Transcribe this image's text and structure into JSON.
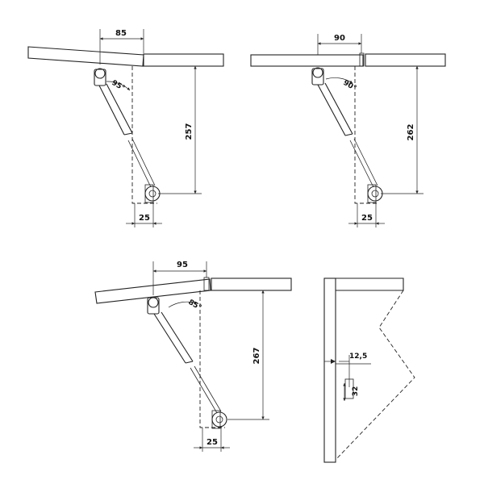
{
  "views": {
    "a": {
      "width": "85",
      "height": "257",
      "angle": "95°",
      "offset": "25"
    },
    "b": {
      "width": "90",
      "height": "262",
      "angle": "90°",
      "offset": "25"
    },
    "c": {
      "width": "95",
      "height": "267",
      "angle": "85°",
      "offset": "25"
    },
    "d": {
      "horizontal": "12,5",
      "vertical": "32"
    }
  }
}
